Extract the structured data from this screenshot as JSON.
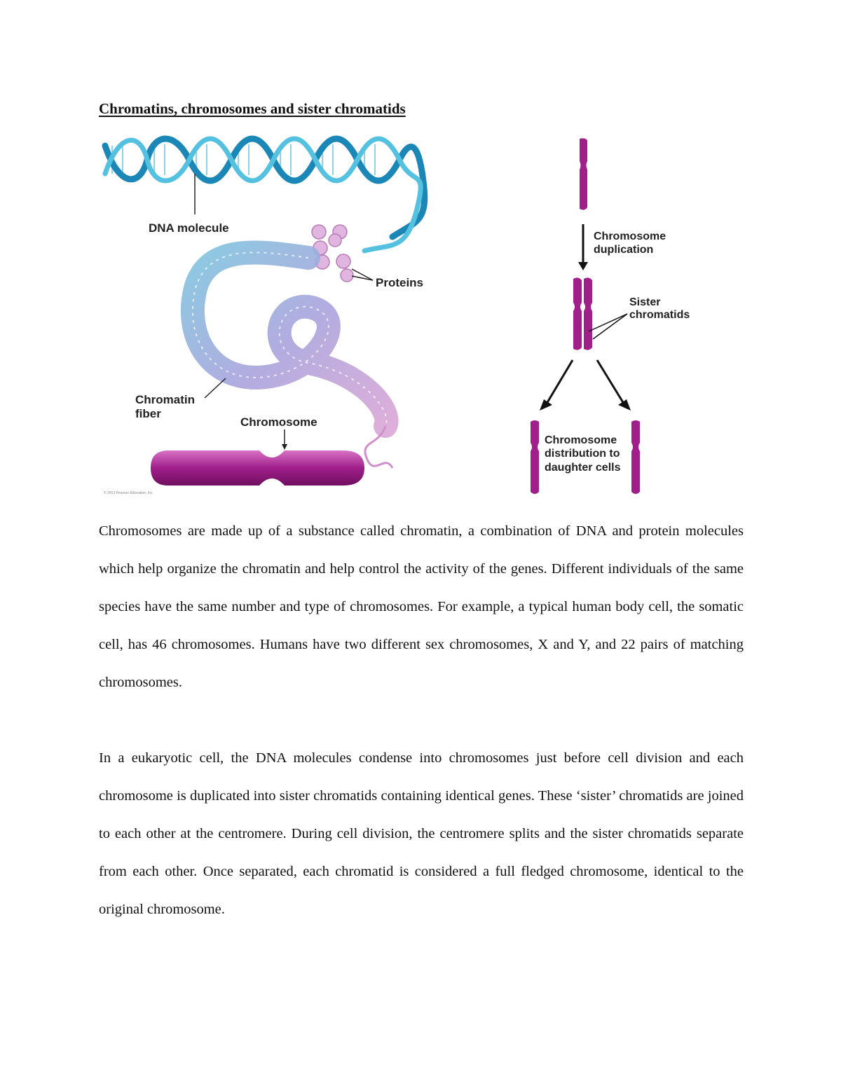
{
  "doc": {
    "title": "Chromatins, chromosomes and sister chromatids",
    "paragraphs": [
      "Chromosomes are made up of a substance called chromatin, a combination of DNA and protein molecules which help organize the chromatin and help control the activity of the genes. Different individuals of the same species have the same number and type of chromosomes. For example, a typical human body cell, the somatic cell, has 46 chromosomes. Humans have two different sex chromosomes, X and Y, and 22 pairs of matching chromosomes.",
      "In a eukaryotic cell, the DNA molecules condense into chromosomes just before cell division and each chromosome is duplicated into sister chromatids containing identical genes. These ‘sister’ chromatids are joined to each other at the centromere. During cell division, the centromere splits and the sister chromatids separate from each other. Once separated, each chromatid is considered a full fledged chromosome, identical to the original chromosome."
    ]
  },
  "figure_left": {
    "label_dna": "DNA molecule",
    "label_proteins": "Proteins",
    "label_chromatin_1": "Chromatin",
    "label_chromatin_2": "fiber",
    "label_chromosome": "Chromosome",
    "copyright": "© 2013 Pearson Education, Inc."
  },
  "figure_right": {
    "label_duplication_1": "Chromosome",
    "label_duplication_2": "duplication",
    "label_sister_1": "Sister",
    "label_sister_2": "chromatids",
    "label_distribution_1": "Chromosome",
    "label_distribution_2": "distribution to",
    "label_distribution_3": "daughter cells"
  },
  "colors": {
    "dna": "#2ea3c8",
    "chromosome": "#a01f8a",
    "chromatin": "#9aa6d8",
    "protein": "#e0b6e0"
  }
}
